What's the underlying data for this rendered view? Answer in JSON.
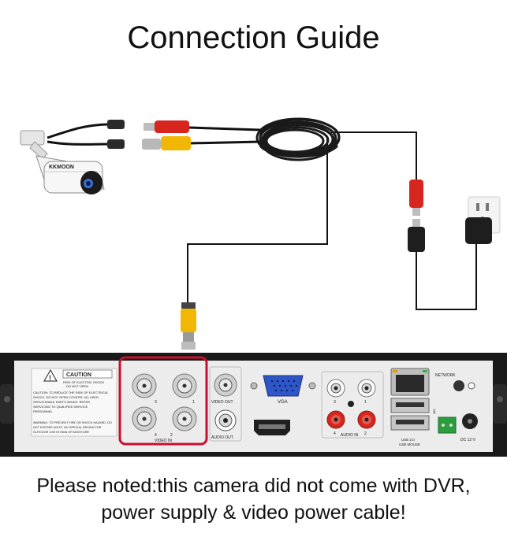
{
  "title": "Connection Guide",
  "note": {
    "line1": "Please noted:this camera did not come with DVR,",
    "line2": "power supply & video power cable!"
  },
  "camera": {
    "brand": "KKMOON"
  },
  "dvr": {
    "caution_title": "CAUTION",
    "caution_line1": "RISK OF ELECTRIC SHOCK",
    "caution_line2": "DO NOT OPEN",
    "caution_text": [
      "CAUTION: TO REDUCE THE RISK OF ELECTRICAL",
      "SHOCK, DO NOT OPEN COVERS. NO USER",
      "SERVICEABLE PARTS INSIDE. REFER",
      "SERVICING TO QUALIFIED SERVICE",
      "PERSONNEL"
    ],
    "warning_text": [
      "WARNING: TO PREVENT FIRE OR SHOCK HAZARD, DO",
      "NOT EXPOSE UNITS. NO SPECIAL DESIGN FOR",
      "OUTDOOR USE IN RAIN OR MOISTURE"
    ],
    "video_in_label": "VIDEO IN",
    "video_in_numbers": [
      "3",
      "1",
      "4",
      "2"
    ],
    "video_out_label": "VIDEO OUT",
    "audio_out_label": "AUDIO OUT",
    "vga_label": "VGA",
    "audio_in_label": "AUDIO IN",
    "audio_in_numbers": [
      "3",
      "1",
      "4",
      "2"
    ],
    "network_label": "NETWORK",
    "usb_label1": "USB 2.0",
    "usb_label2": "USB MOUSE",
    "dc_label": "DC 12 V",
    "rs485_label": "485"
  },
  "colors": {
    "highlight": "#c8102e",
    "cable": "#111111",
    "yellow_plug": "#f2b705",
    "red_plug": "#d7261e",
    "dvr_panel": "#ececec",
    "dvr_body": "#1a1a1a"
  }
}
